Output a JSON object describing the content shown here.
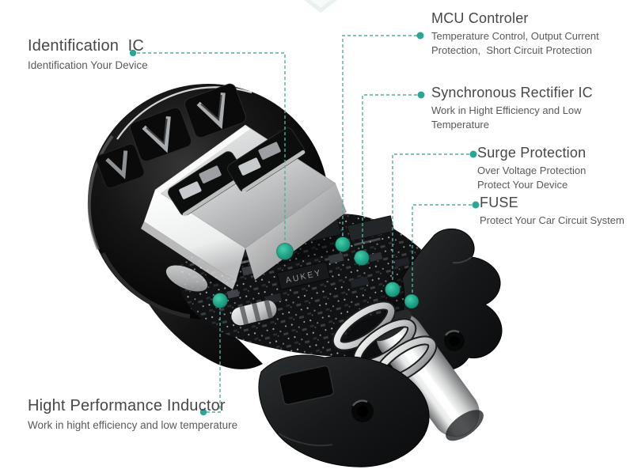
{
  "figure": {
    "type": "product-callout-diagram",
    "subject": "dual USB car charger cutaway"
  },
  "device": {
    "brand_label": "AUKEY"
  },
  "colors": {
    "accent_teal_dot": "#1fa48a",
    "leader_line_teal": "#55aba0",
    "title_text": "#474747",
    "desc_text": "#595959"
  },
  "callouts": [
    {
      "id": "identification-ic",
      "title": "Identification  IC",
      "desc_lines": [
        "Identification Your Device"
      ]
    },
    {
      "id": "mcu-controller",
      "title": "MCU Controler",
      "desc_lines": [
        "Temperature Control, Output Current",
        "Protection,  Short Circuit Protection"
      ]
    },
    {
      "id": "synchronous-rectifier-ic",
      "title": "Synchronous Rectifier IC",
      "desc_lines": [
        "Work in Hight Efficiency and Low",
        "Temperature"
      ]
    },
    {
      "id": "surge-protection",
      "title": "Surge Protection",
      "desc_lines": [
        "Over Voltage Protection",
        "Protect Your Device"
      ]
    },
    {
      "id": "fuse",
      "title": "FUSE",
      "desc_lines": [
        "Protect Your Car Circuit System"
      ]
    },
    {
      "id": "high-performance-inductor",
      "title": "Hight Performance Inductor",
      "desc_lines": [
        "Work in hight efficiency and low temperature"
      ]
    }
  ]
}
